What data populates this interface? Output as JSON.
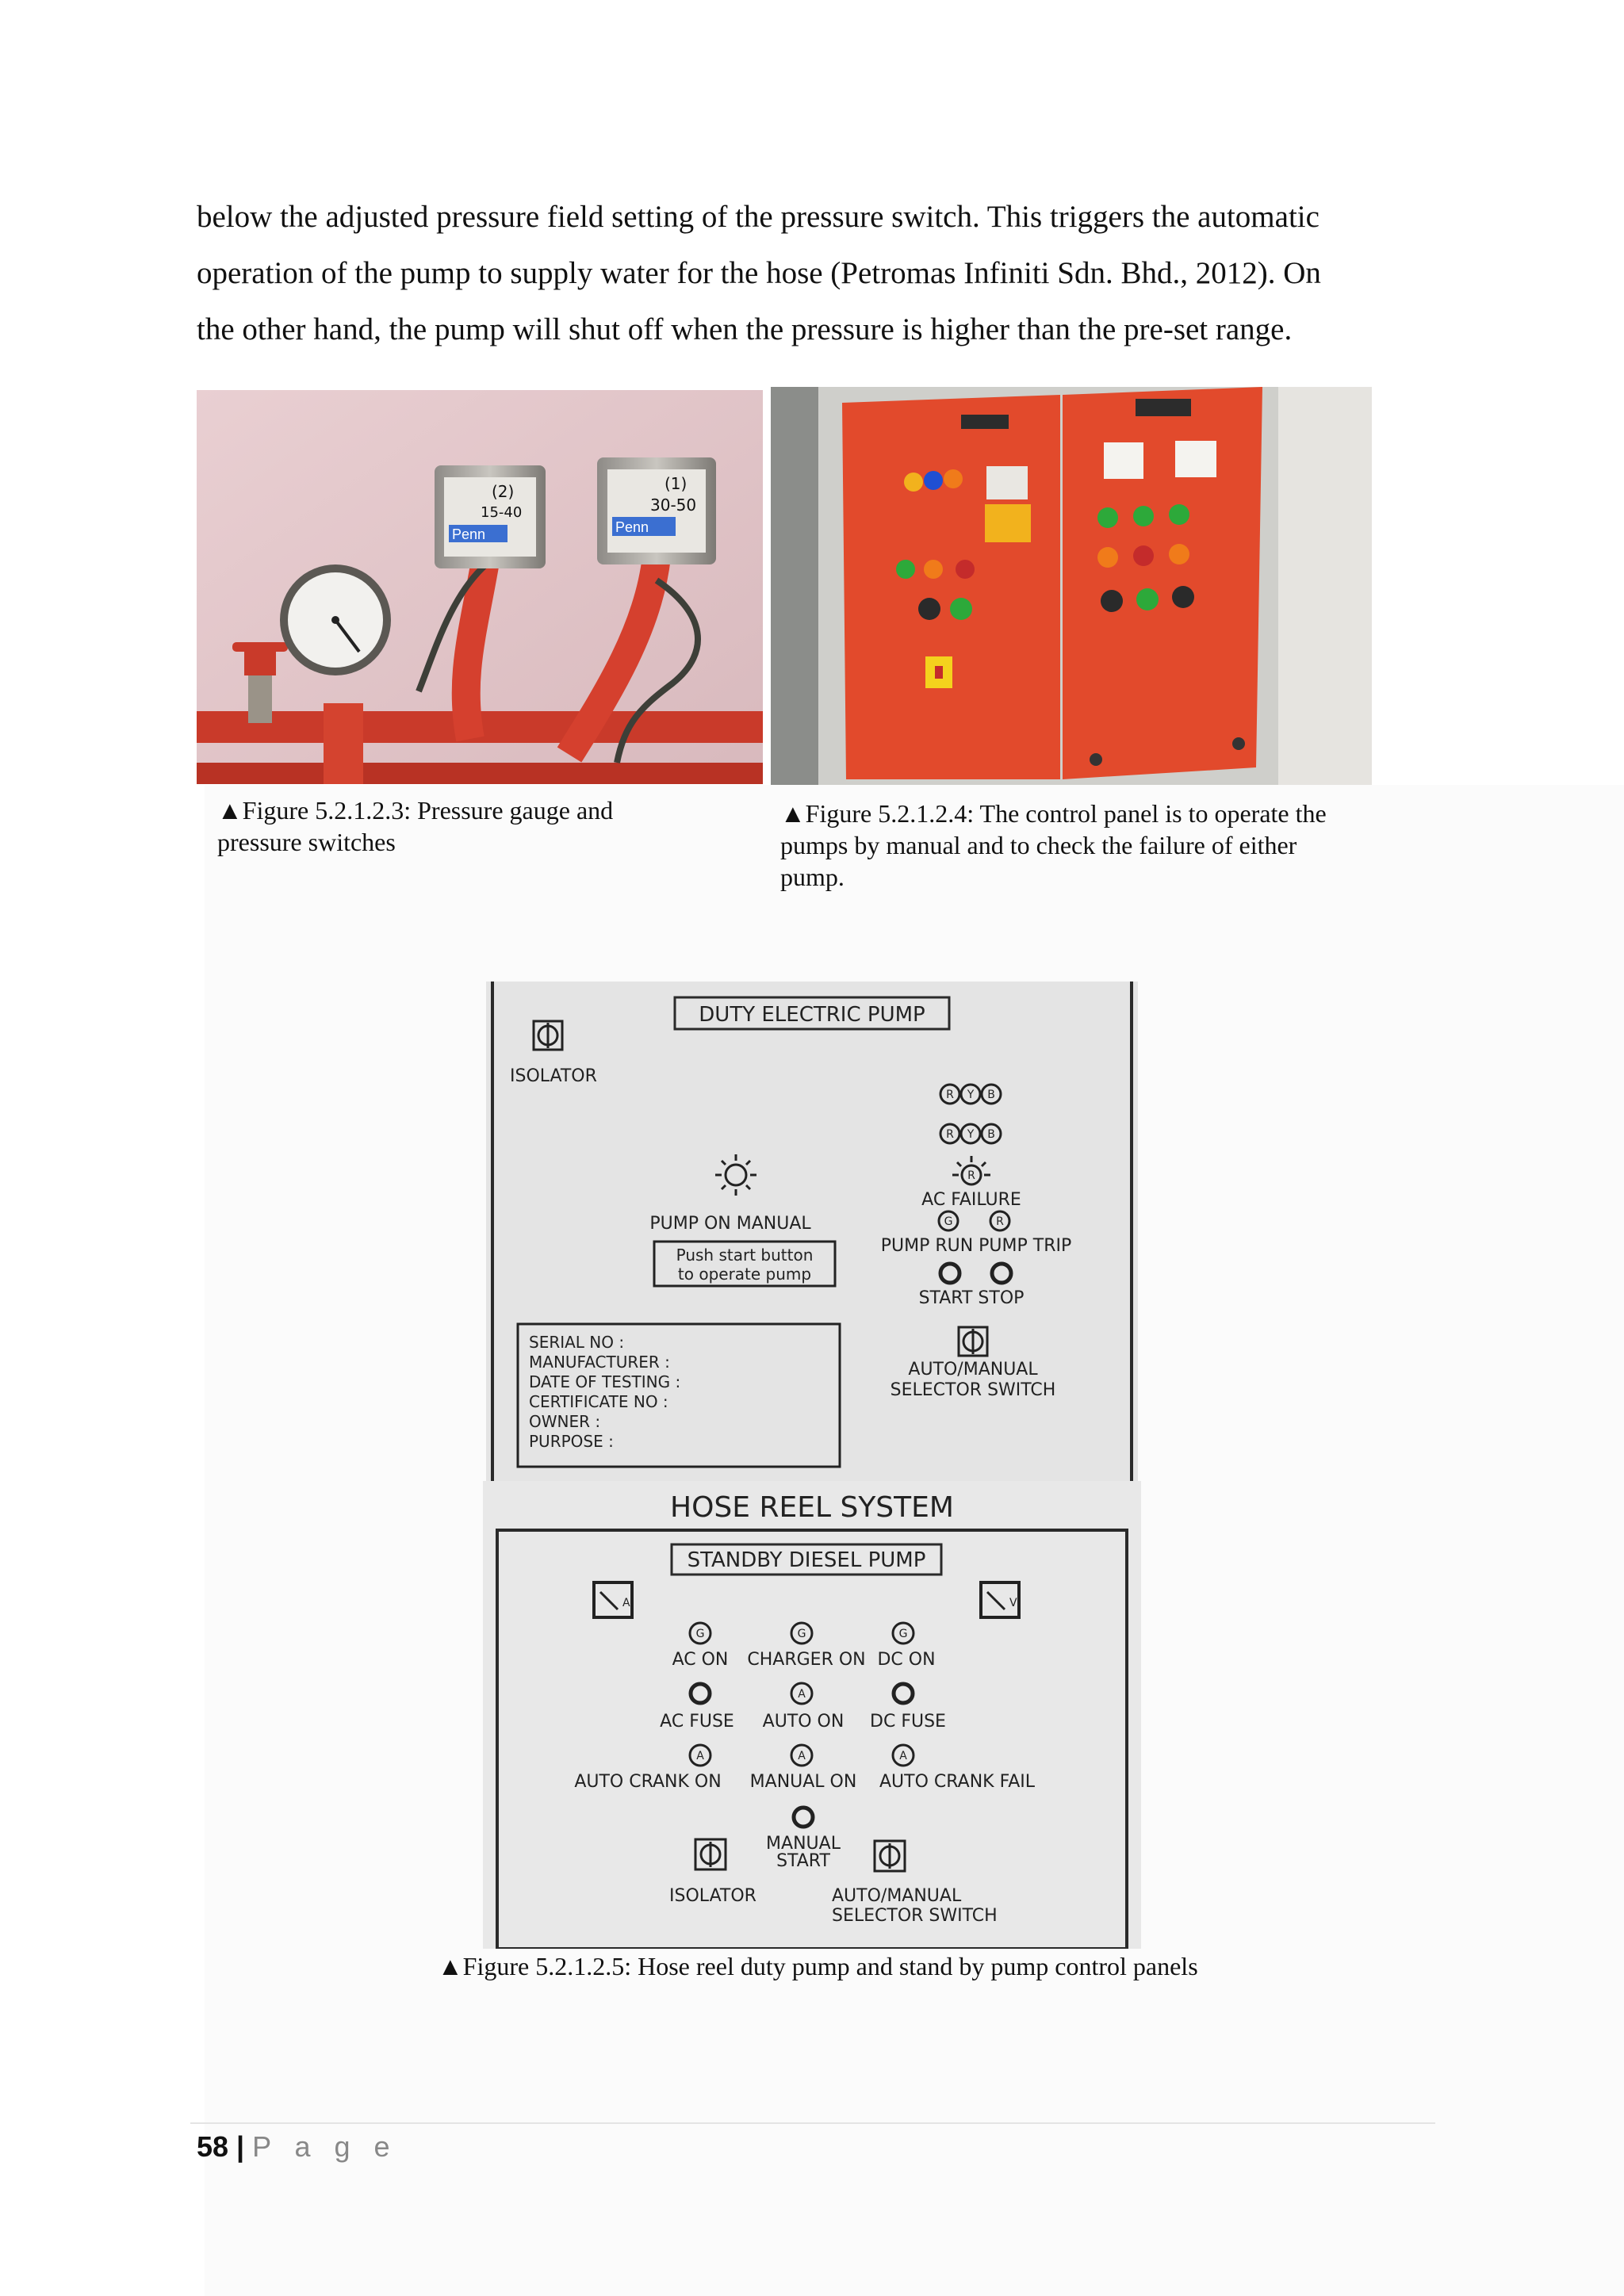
{
  "paragraph": [
    "below the adjusted pressure field setting of the pressure switch. This triggers the automatic",
    "operation of the pump to supply water for the hose (Petromas Infiniti Sdn. Bhd., 2012). On",
    "the other hand, the pump will shut off when the pressure is higher than the pre-set range."
  ],
  "figure3": {
    "caption_line1": "▲Figure 5.2.1.2.3: Pressure gauge and",
    "caption_line2": "pressure switches",
    "switch1_label_a": "(2)",
    "switch1_label_b": "15-40",
    "switch2_label_a": "(1)",
    "switch2_label_b": "30-50",
    "brand": "Penn"
  },
  "figure4": {
    "caption_line1": "▲Figure 5.2.1.2.4: The control panel is to operate the",
    "caption_line2": "pumps by manual and to check the failure of either",
    "caption_line3": "pump."
  },
  "figure5": {
    "caption": "▲Figure 5.2.1.2.5: Hose reel duty pump and stand by pump control panels",
    "duty": {
      "title": "DUTY ELECTRIC PUMP",
      "isolator": "ISOLATOR",
      "rob": [
        "R",
        "Y",
        "B"
      ],
      "ac_failure": "AC FAILURE",
      "lamp_g": "G",
      "lamp_r": "R",
      "pump_on_manual": "PUMP ON MANUAL",
      "push_start_1": "Push start button",
      "push_start_2": "to operate pump",
      "pump_run_trip": "PUMP RUN PUMP TRIP",
      "start_stop": "START STOP",
      "selector_1": "AUTO/MANUAL",
      "selector_2": "SELECTOR SWITCH",
      "info_lines": [
        "SERIAL NO :",
        "MANUFACTURER :",
        "DATE OF TESTING :",
        "CERTIFICATE NO :",
        "OWNER :",
        "PURPOSE :"
      ]
    },
    "standby": {
      "system_title": "HOSE REEL SYSTEM",
      "title": "STANDBY DIESEL PUMP",
      "meter_a": "A",
      "meter_v": "V",
      "lamp_g": "G",
      "lamp_a": "A",
      "row1": [
        "AC ON",
        "CHARGER ON",
        "DC ON"
      ],
      "row2": [
        "AC FUSE",
        "AUTO ON",
        "DC FUSE"
      ],
      "row3": [
        "AUTO CRANK ON",
        "MANUAL ON",
        "AUTO CRANK FAIL"
      ],
      "manual_start_1": "MANUAL",
      "manual_start_2": "START",
      "isolator": "ISOLATOR",
      "selector_1": "AUTO/MANUAL",
      "selector_2": "SELECTOR SWITCH"
    }
  },
  "footer": {
    "page_number": "58",
    "separator": "|",
    "page_word": "P a g e"
  }
}
